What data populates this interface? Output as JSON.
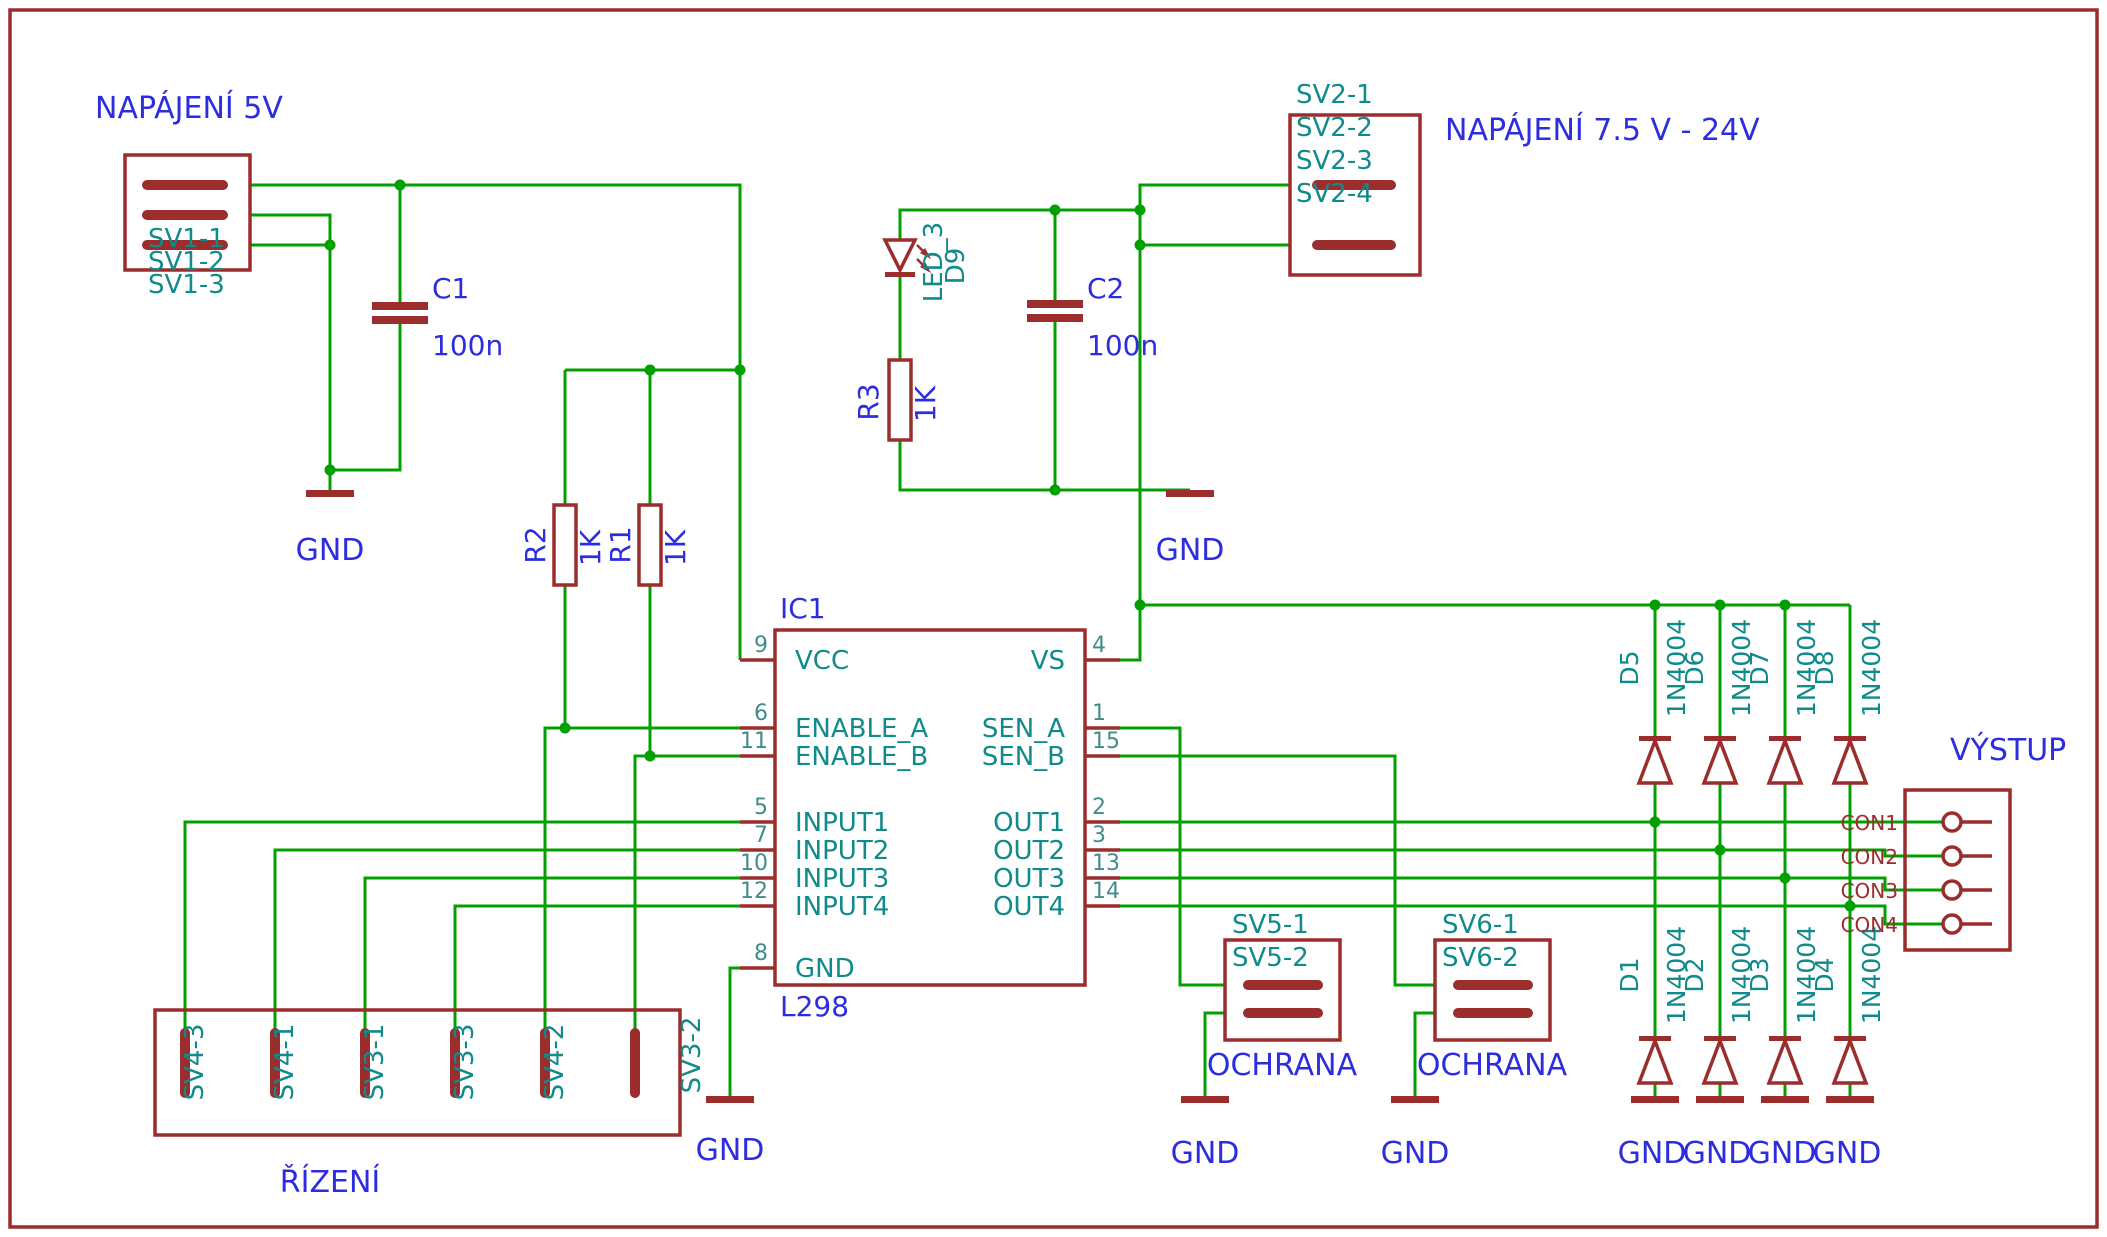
{
  "colors": {
    "component": "#9b2d2d",
    "wire": "#00a000",
    "net_name": "#108a8a",
    "label": "#2d2de0",
    "background": "#ffffff"
  },
  "schematic": {
    "power5_title": "NAPÁJENÍ 5V",
    "power24_title": "NAPÁJENÍ 7.5 V - 24V",
    "output_title": "VÝSTUP",
    "control_title": "ŘÍZENÍ",
    "ochrana1": "OCHRANA",
    "ochrana2": "OCHRANA",
    "gnd": "GND",
    "sv1_pins": [
      "SV1-1",
      "SV1-2",
      "SV1-3"
    ],
    "sv2_pins": [
      "SV2-1",
      "SV2-2",
      "SV2-3",
      "SV2-4"
    ],
    "c1": {
      "name": "C1",
      "value": "100n"
    },
    "c2": {
      "name": "C2",
      "value": "100n"
    },
    "r1": {
      "name": "R1",
      "value": "1K"
    },
    "r2": {
      "name": "R2",
      "value": "1K"
    },
    "r3": {
      "name": "R3",
      "value": "1K"
    },
    "led": {
      "name": "D9",
      "value": "LED_3"
    },
    "ic": {
      "name": "IC1",
      "value": "L298"
    },
    "ic_left": [
      {
        "num": "9",
        "name": "VCC"
      },
      {
        "num": "6",
        "name": "ENABLE_A"
      },
      {
        "num": "11",
        "name": "ENABLE_B"
      },
      {
        "num": "5",
        "name": "INPUT1"
      },
      {
        "num": "7",
        "name": "INPUT2"
      },
      {
        "num": "10",
        "name": "INPUT3"
      },
      {
        "num": "12",
        "name": "INPUT4"
      },
      {
        "num": "8",
        "name": "GND"
      }
    ],
    "ic_right": [
      {
        "num": "4",
        "name": "VS"
      },
      {
        "num": "1",
        "name": "SEN_A"
      },
      {
        "num": "15",
        "name": "SEN_B"
      },
      {
        "num": "2",
        "name": "OUT1"
      },
      {
        "num": "3",
        "name": "OUT2"
      },
      {
        "num": "13",
        "name": "OUT3"
      },
      {
        "num": "14",
        "name": "OUT4"
      }
    ],
    "control_pins": [
      "SV4-3",
      "SV4-1",
      "SV3-1",
      "SV3-3",
      "SV4-2",
      "SV3-2"
    ],
    "sv5_pins": [
      "SV5-1",
      "SV5-2"
    ],
    "sv6_pins": [
      "SV6-1",
      "SV6-2"
    ],
    "out_pins": [
      "CON1",
      "CON2",
      "CON3",
      "CON4"
    ],
    "diodes_top": [
      {
        "name": "D5",
        "value": "1N4004"
      },
      {
        "name": "D6",
        "value": "1N4004"
      },
      {
        "name": "D7",
        "value": "1N4004"
      },
      {
        "name": "D8",
        "value": "1N4004"
      }
    ],
    "diodes_bottom": [
      {
        "name": "D1",
        "value": "1N4004"
      },
      {
        "name": "D2",
        "value": "1N4004"
      },
      {
        "name": "D3",
        "value": "1N4004"
      },
      {
        "name": "D4",
        "value": "1N4004"
      }
    ]
  }
}
